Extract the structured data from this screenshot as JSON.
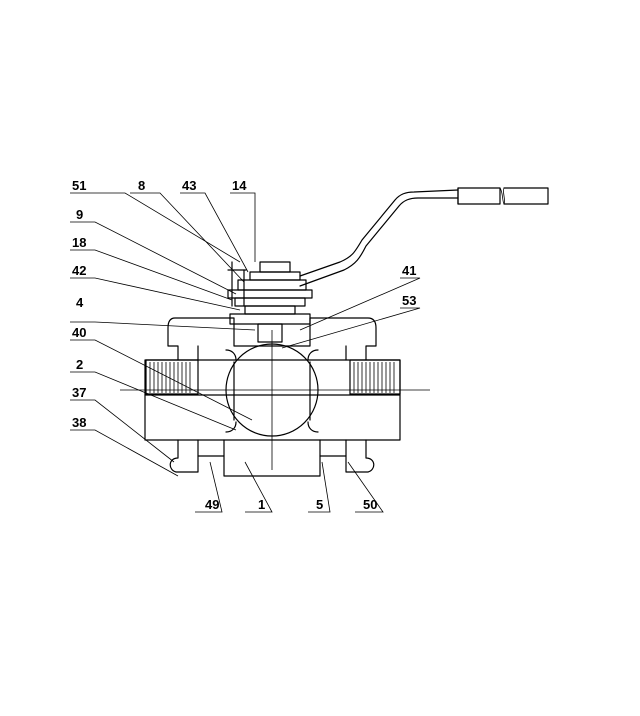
{
  "callouts": [
    {
      "id": "51",
      "text": "51"
    },
    {
      "id": "8",
      "text": "8"
    },
    {
      "id": "43",
      "text": "43"
    },
    {
      "id": "14",
      "text": "14"
    },
    {
      "id": "9",
      "text": "9"
    },
    {
      "id": "18",
      "text": "18"
    },
    {
      "id": "42",
      "text": "42"
    },
    {
      "id": "41",
      "text": "41"
    },
    {
      "id": "4",
      "text": "4"
    },
    {
      "id": "53",
      "text": "53"
    },
    {
      "id": "40",
      "text": "40"
    },
    {
      "id": "2",
      "text": "2"
    },
    {
      "id": "37",
      "text": "37"
    },
    {
      "id": "38",
      "text": "38"
    },
    {
      "id": "49",
      "text": "49"
    },
    {
      "id": "1",
      "text": "1"
    },
    {
      "id": "5",
      "text": "5"
    },
    {
      "id": "50",
      "text": "50"
    }
  ]
}
